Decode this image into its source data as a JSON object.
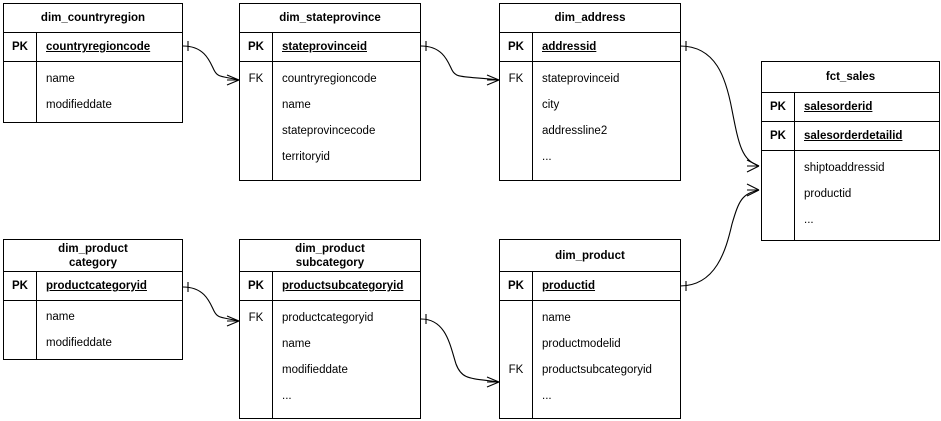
{
  "diagram": {
    "title": "Sales star schema entity relationship diagram",
    "line_color": "#000000",
    "background": "#ffffff"
  },
  "entities": [
    {
      "id": "dim_countryregion",
      "title_lines": [
        "dim_countryregion"
      ],
      "keys": [
        {
          "key": "PK",
          "name": "countryregioncode"
        }
      ],
      "attributes": [
        {
          "key": "",
          "name": "name"
        },
        {
          "key": "",
          "name": "modifieddate"
        }
      ]
    },
    {
      "id": "dim_stateprovince",
      "title_lines": [
        "dim_stateprovince"
      ],
      "keys": [
        {
          "key": "PK",
          "name": "stateprovinceid"
        }
      ],
      "attributes": [
        {
          "key": "FK",
          "name": "countryregioncode"
        },
        {
          "key": "",
          "name": "name"
        },
        {
          "key": "",
          "name": "stateprovincecode"
        },
        {
          "key": "",
          "name": "territoryid"
        }
      ]
    },
    {
      "id": "dim_address",
      "title_lines": [
        "dim_address"
      ],
      "keys": [
        {
          "key": "PK",
          "name": "addressid"
        }
      ],
      "attributes": [
        {
          "key": "FK",
          "name": "stateprovinceid"
        },
        {
          "key": "",
          "name": "city"
        },
        {
          "key": "",
          "name": "addressline2"
        },
        {
          "key": "",
          "name": "..."
        }
      ]
    },
    {
      "id": "fct_sales",
      "title_lines": [
        "fct_sales"
      ],
      "keys": [
        {
          "key": "PK",
          "name": "salesorderid"
        },
        {
          "key": "PK",
          "name": "salesorderdetailid"
        }
      ],
      "attributes": [
        {
          "key": "",
          "name": "shiptoaddressid"
        },
        {
          "key": "",
          "name": "productid"
        },
        {
          "key": "",
          "name": "..."
        }
      ]
    },
    {
      "id": "dim_productcategory",
      "title_lines": [
        "dim_product",
        "category"
      ],
      "keys": [
        {
          "key": "PK",
          "name": "productcategoryid"
        }
      ],
      "attributes": [
        {
          "key": "",
          "name": "name"
        },
        {
          "key": "",
          "name": "modifieddate"
        }
      ]
    },
    {
      "id": "dim_productsubcategory",
      "title_lines": [
        "dim_product",
        "subcategory"
      ],
      "keys": [
        {
          "key": "PK",
          "name": "productsubcategoryid"
        }
      ],
      "attributes": [
        {
          "key": "FK",
          "name": "productcategoryid"
        },
        {
          "key": "",
          "name": "name"
        },
        {
          "key": "",
          "name": "modifieddate"
        },
        {
          "key": "",
          "name": "..."
        }
      ]
    },
    {
      "id": "dim_product",
      "title_lines": [
        "dim_product"
      ],
      "keys": [
        {
          "key": "PK",
          "name": "productid"
        }
      ],
      "attributes": [
        {
          "key": "",
          "name": "name"
        },
        {
          "key": "",
          "name": "productmodelid"
        },
        {
          "key": "FK",
          "name": "productsubcategoryid"
        },
        {
          "key": "",
          "name": "..."
        }
      ]
    }
  ],
  "relationships": [
    {
      "from": "dim_countryregion.countryregioncode",
      "to": "dim_stateprovince.countryregioncode",
      "from_cardinality": "one",
      "to_cardinality": "many"
    },
    {
      "from": "dim_stateprovince.stateprovinceid",
      "to": "dim_address.stateprovinceid",
      "from_cardinality": "one",
      "to_cardinality": "many"
    },
    {
      "from": "dim_address.addressid",
      "to": "fct_sales.shiptoaddressid",
      "from_cardinality": "one",
      "to_cardinality": "many"
    },
    {
      "from": "dim_product.productid",
      "to": "fct_sales.productid",
      "from_cardinality": "one",
      "to_cardinality": "many"
    },
    {
      "from": "dim_productcategory.productcategoryid",
      "to": "dim_productsubcategory.productcategoryid",
      "from_cardinality": "one",
      "to_cardinality": "many"
    },
    {
      "from": "dim_productsubcategory.productcategoryid",
      "to": "dim_product.productsubcategoryid",
      "from_cardinality": "one",
      "to_cardinality": "many"
    }
  ]
}
